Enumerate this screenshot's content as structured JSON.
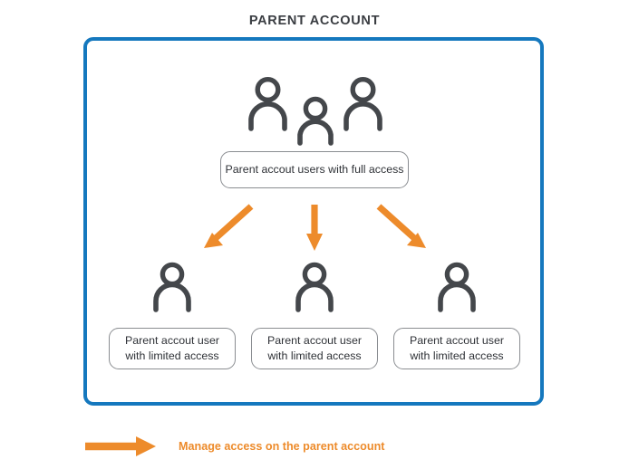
{
  "diagram": {
    "title": "PARENT ACCOUNT",
    "colors": {
      "frame_blue": "#1578be",
      "arrow_orange": "#ED8B2B",
      "icon_gray": "#44474b",
      "box_border_gray": "#8a8d91",
      "title_text": "#3a3d42",
      "body_text": "#2f3237",
      "background": "#ffffff"
    },
    "parent_group": {
      "icon_name": "three-users-icon",
      "icon_count": 3,
      "label": "Parent accout users with full access"
    },
    "arrows": [
      {
        "name": "arrow-to-child-1",
        "direction": "down-left"
      },
      {
        "name": "arrow-to-child-2",
        "direction": "down"
      },
      {
        "name": "arrow-to-child-3",
        "direction": "down-right"
      }
    ],
    "children": [
      {
        "icon_name": "user-icon",
        "line1": "Parent accout user",
        "line2": "with limited access"
      },
      {
        "icon_name": "user-icon",
        "line1": "Parent accout user",
        "line2": "with limited access"
      },
      {
        "icon_name": "user-icon",
        "line1": "Parent accout user",
        "line2": "with limited access"
      }
    ],
    "legend": {
      "icon_name": "right-arrow-icon",
      "text": "Manage access on the parent account"
    }
  }
}
